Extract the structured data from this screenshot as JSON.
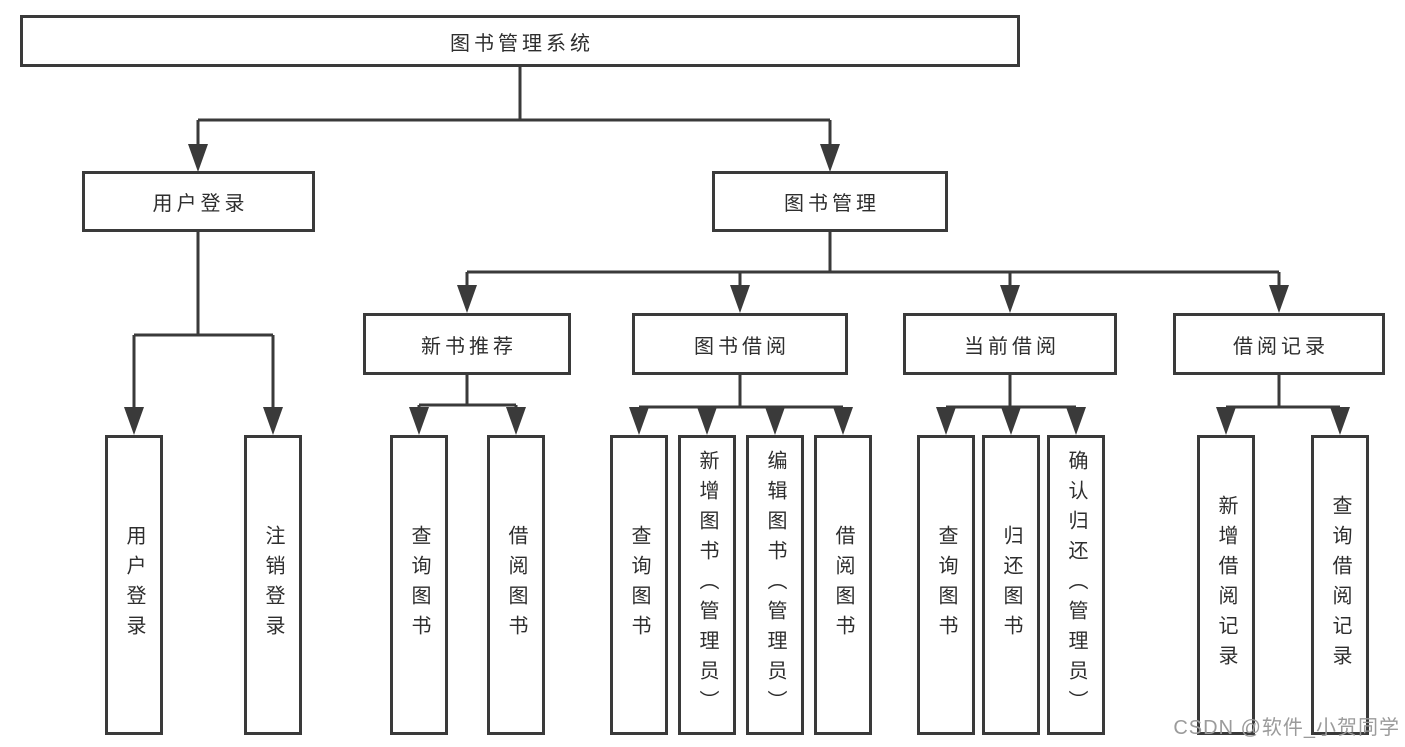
{
  "diagram": {
    "root": {
      "label": "图书管理系统"
    },
    "level2": {
      "user_login": {
        "label": "用户登录"
      },
      "book_mgmt": {
        "label": "图书管理"
      }
    },
    "level3": {
      "new_book_rec": {
        "label": "新书推荐"
      },
      "book_borrow": {
        "label": "图书借阅"
      },
      "current_borrow": {
        "label": "当前借阅"
      },
      "borrow_records": {
        "label": "借阅记录"
      }
    },
    "leaves": {
      "user_login_leaf": {
        "label": "用户登录"
      },
      "logout_leaf": {
        "label": "注销登录"
      },
      "rec_query_books": {
        "label": "查询图书"
      },
      "rec_borrow_books": {
        "label": "借阅图书"
      },
      "bb_query_books": {
        "label": "查询图书"
      },
      "bb_add_books": {
        "label": "新增图书（管理员）"
      },
      "bb_edit_books": {
        "label": "编辑图书（管理员）"
      },
      "bb_borrow_books": {
        "label": "借阅图书"
      },
      "cb_query_books": {
        "label": "查询图书"
      },
      "cb_return_books": {
        "label": "归还图书"
      },
      "cb_confirm_return": {
        "label": "确认归还（管理员）"
      },
      "br_add_record": {
        "label": "新增借阅记录"
      },
      "br_query_record": {
        "label": "查询借阅记录"
      }
    },
    "watermark": "CSDN @软件_小贺同学",
    "colors": {
      "line": "#3a3a3a",
      "box_border": "#3a3a3a",
      "box_fill": "#ffffff",
      "text": "#2e2e2e",
      "watermark": "#9b9b9b"
    }
  }
}
